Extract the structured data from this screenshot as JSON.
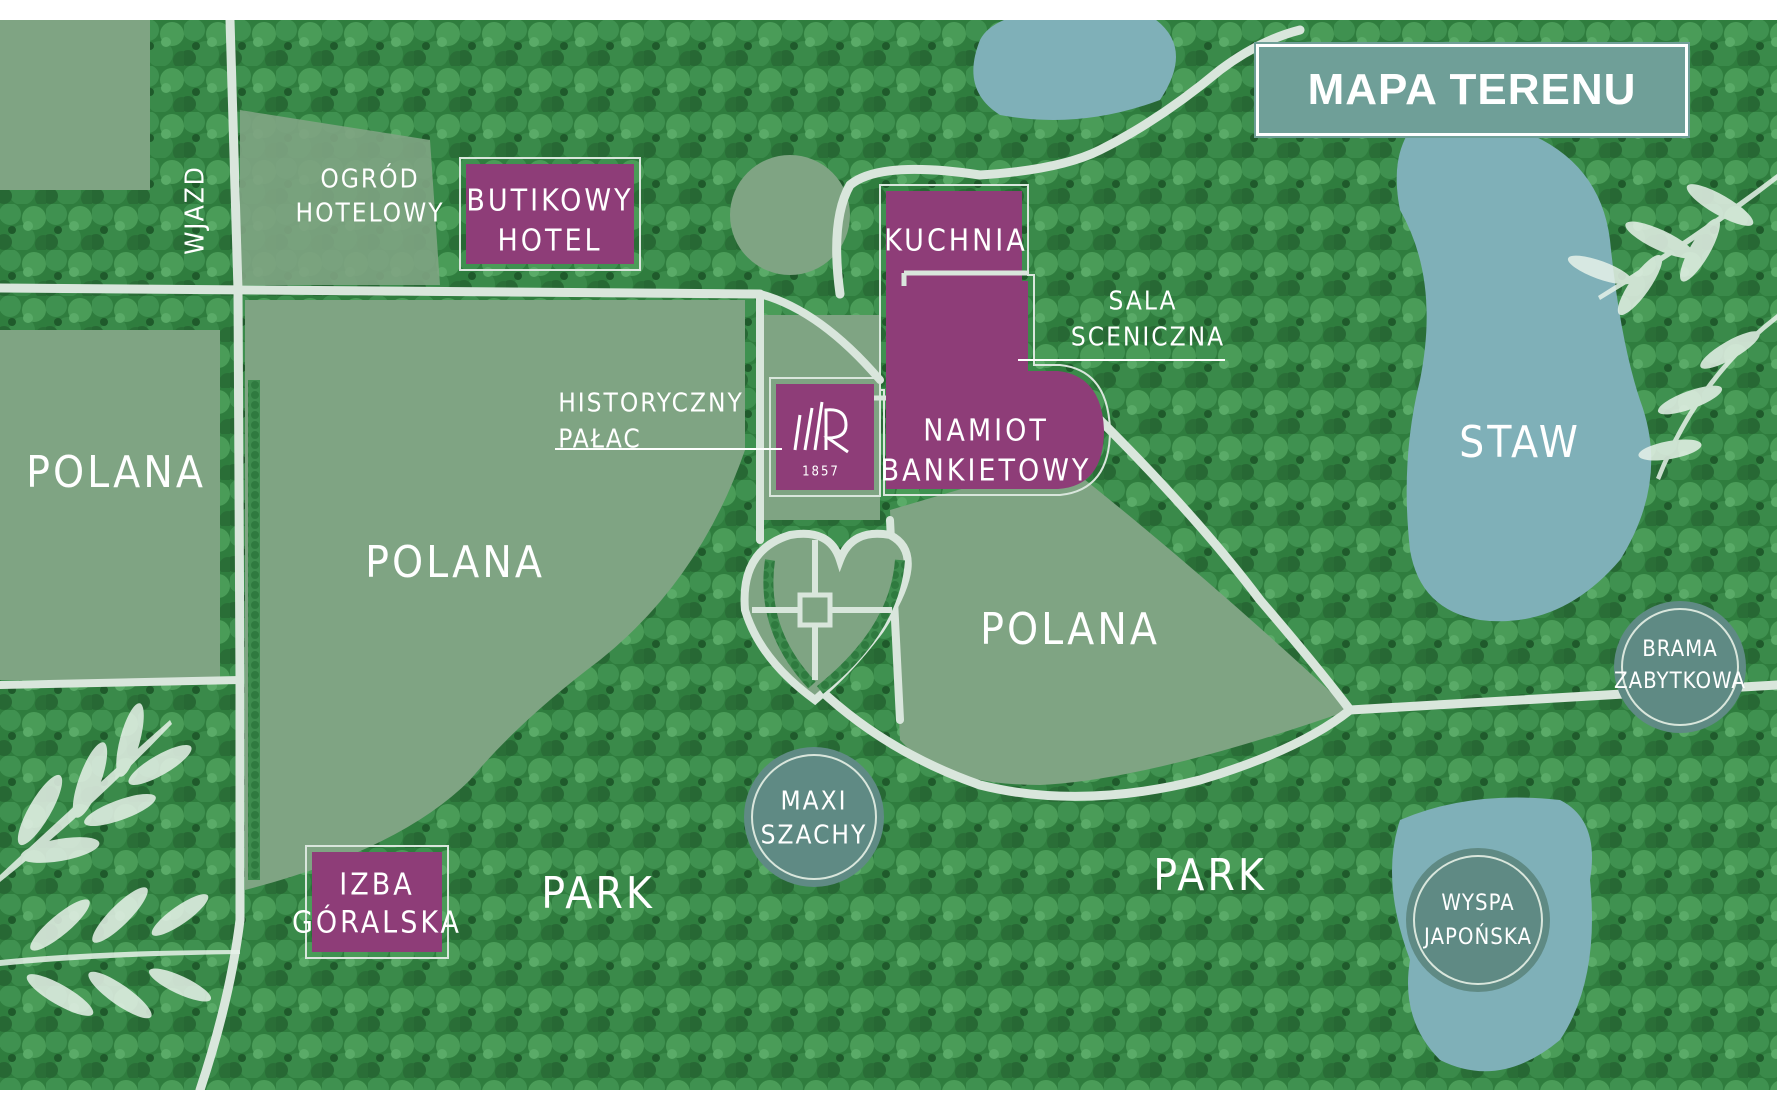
{
  "title": "MAPA TERENU",
  "colors": {
    "forest": "#2f7d3e",
    "meadow": "#7fa483",
    "path": "#d9e6dc",
    "water": "#7fb0b8",
    "building": "#8e3d78",
    "circle": "#5f8a84"
  },
  "labels": {
    "entrance": "WJAZD",
    "hotel_garden": [
      "OGRÓD",
      "HOTELOWY"
    ],
    "boutique_hotel": [
      "BUTIKOWY",
      "HOTEL"
    ],
    "kitchen": "KUCHNIA",
    "stage_hall": [
      "SALA",
      "SCENICZNA"
    ],
    "historic_palace": [
      "HISTORYCZNY",
      "PAŁAC"
    ],
    "logo_year": "1857",
    "banquet_tent": [
      "NAMIOT",
      "BANKIETOWY"
    ],
    "meadow_left": "POLANA",
    "meadow_center": "POLANA",
    "meadow_right": "POLANA",
    "pond": "STAW",
    "gate": [
      "BRAMA",
      "ZABYTKOWA"
    ],
    "chess": [
      "MAXI",
      "SZACHY"
    ],
    "park_left": "PARK",
    "park_right": "PARK",
    "island": [
      "WYSPA",
      "JAPOŃSKA"
    ],
    "highlander_hut": [
      "IZBA",
      "GÓRALSKA"
    ]
  }
}
